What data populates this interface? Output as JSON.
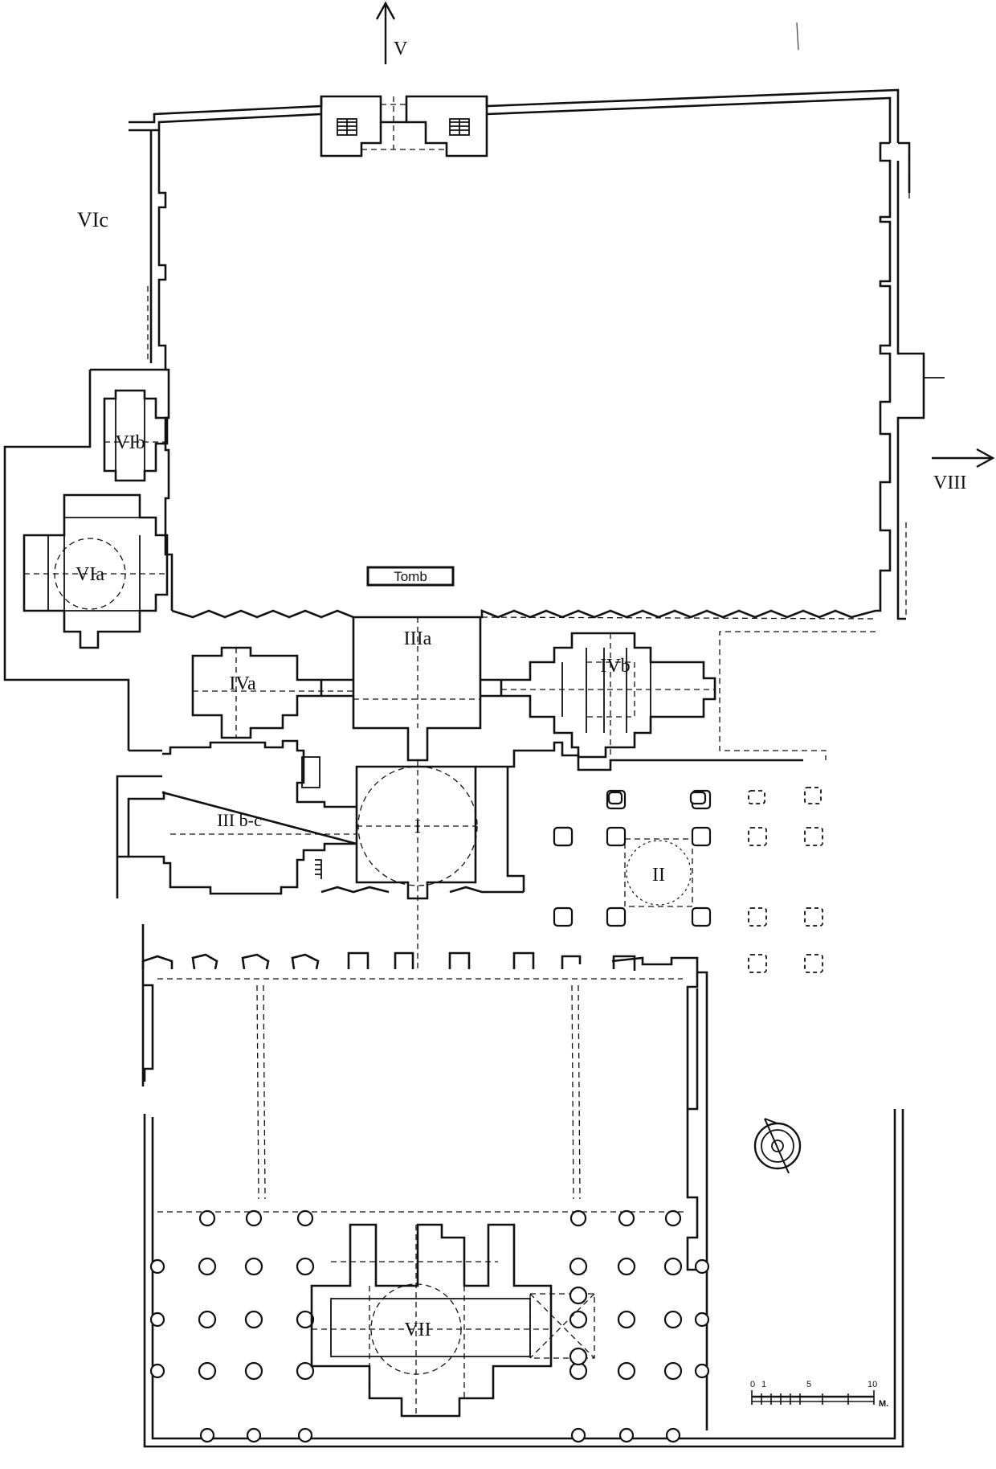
{
  "labels": {
    "north_arrow": "V",
    "east_arrow": "VIII",
    "vic": "VIc",
    "vib": "VIb",
    "via": "VIa",
    "tomb": "Tomb",
    "iiia": "IIIa",
    "iva": "IVa",
    "ivb": "IVb",
    "iiibc": "III b-c",
    "i": "I",
    "ii": "II",
    "vii": "VII"
  },
  "scale": {
    "ticks": [
      "0",
      "1",
      "5",
      "10"
    ],
    "unit": "M."
  },
  "icons": {
    "north_arrow": "arrow-up-icon",
    "east_arrow": "arrow-right-icon",
    "compass": "compass-icon"
  }
}
